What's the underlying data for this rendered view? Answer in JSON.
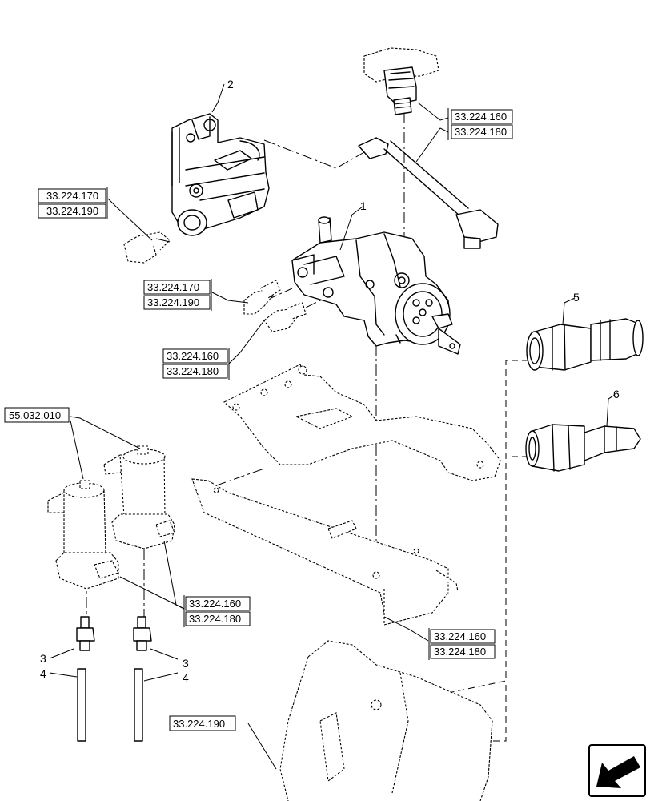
{
  "references": {
    "r1_a": "33.224.160",
    "r1_b": "33.224.180",
    "r2_a": "33.224.170",
    "r2_b": "33.224.190",
    "r3_a": "33.224.170",
    "r3_b": "33.224.190",
    "r4_a": "33.224.160",
    "r4_b": "33.224.180",
    "r5": "55.032.010",
    "r6_a": "33.224.160",
    "r6_b": "33.224.180",
    "r7_a": "33.224.160",
    "r7_b": "33.224.180",
    "r8": "33.224.190"
  },
  "item_numbers": {
    "n1": "1",
    "n2": "2",
    "n3_left": "3",
    "n3_right": "3",
    "n4_left": "4",
    "n4_right": "4",
    "n5": "5",
    "n6": "6"
  },
  "icons": {
    "nav": "arrow-back-icon"
  }
}
